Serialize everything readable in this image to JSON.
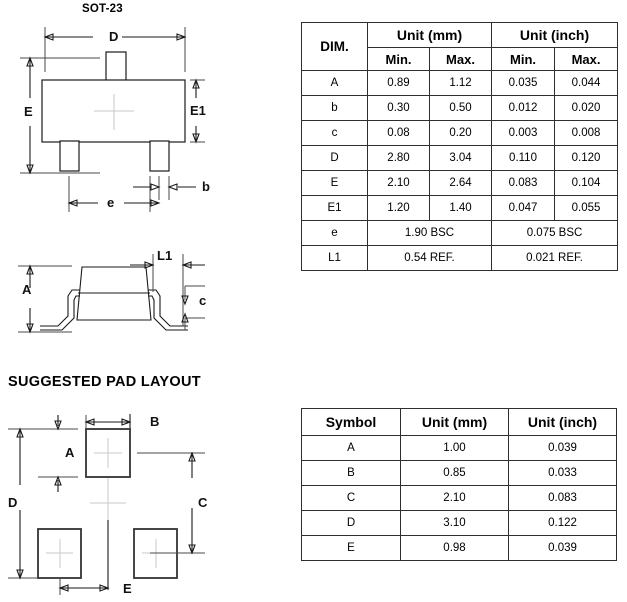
{
  "package": {
    "title": "SOT-23",
    "top_view": {
      "dim_labels": [
        "D",
        "E",
        "E1",
        "b",
        "e"
      ]
    },
    "side_view": {
      "dim_labels": [
        "A",
        "L1",
        "c"
      ]
    }
  },
  "pad_layout": {
    "heading": "SUGGESTED PAD LAYOUT",
    "dim_labels": [
      "A",
      "B",
      "C",
      "D",
      "E"
    ]
  },
  "dimension_table": {
    "header": {
      "dim": "DIM.",
      "unit_mm": "Unit (mm)",
      "unit_inch": "Unit (inch)",
      "mm_min": "Min.",
      "mm_max": "Max.",
      "inch_min": "Min.",
      "inch_max": "Max."
    },
    "rows": [
      {
        "symbol": "A",
        "mm_min": "0.89",
        "mm_max": "1.12",
        "inch_min": "0.035",
        "inch_max": "0.044",
        "merged": false
      },
      {
        "symbol": "b",
        "mm_min": "0.30",
        "mm_max": "0.50",
        "inch_min": "0.012",
        "inch_max": "0.020",
        "merged": false
      },
      {
        "symbol": "c",
        "mm_min": "0.08",
        "mm_max": "0.20",
        "inch_min": "0.003",
        "inch_max": "0.008",
        "merged": false
      },
      {
        "symbol": "D",
        "mm_min": "2.80",
        "mm_max": "3.04",
        "inch_min": "0.110",
        "inch_max": "0.120",
        "merged": false
      },
      {
        "symbol": "E",
        "mm_min": "2.10",
        "mm_max": "2.64",
        "inch_min": "0.083",
        "inch_max": "0.104",
        "merged": false
      },
      {
        "symbol": "E1",
        "mm_min": "1.20",
        "mm_max": "1.40",
        "inch_min": "0.047",
        "inch_max": "0.055",
        "merged": false
      },
      {
        "symbol": "e",
        "mm": "1.90 BSC",
        "inch": "0.075 BSC",
        "merged": true
      },
      {
        "symbol": "L1",
        "mm": "0.54 REF.",
        "inch": "0.021 REF.",
        "merged": true
      }
    ]
  },
  "pad_table": {
    "header": {
      "symbol": "Symbol",
      "unit_mm": "Unit (mm)",
      "unit_inch": "Unit (inch)"
    },
    "rows": [
      {
        "symbol": "A",
        "mm": "1.00",
        "inch": "0.039"
      },
      {
        "symbol": "B",
        "mm": "0.85",
        "inch": "0.033"
      },
      {
        "symbol": "C",
        "mm": "2.10",
        "inch": "0.083"
      },
      {
        "symbol": "D",
        "mm": "3.10",
        "inch": "0.122"
      },
      {
        "symbol": "E",
        "mm": "0.98",
        "inch": "0.039"
      }
    ]
  },
  "colors": {
    "line": "#1a1a1a",
    "extension_line": "#4a4a4a",
    "centerline": "#c9c9c9",
    "table_border": "#2e2e2e",
    "background": "#ffffff"
  }
}
